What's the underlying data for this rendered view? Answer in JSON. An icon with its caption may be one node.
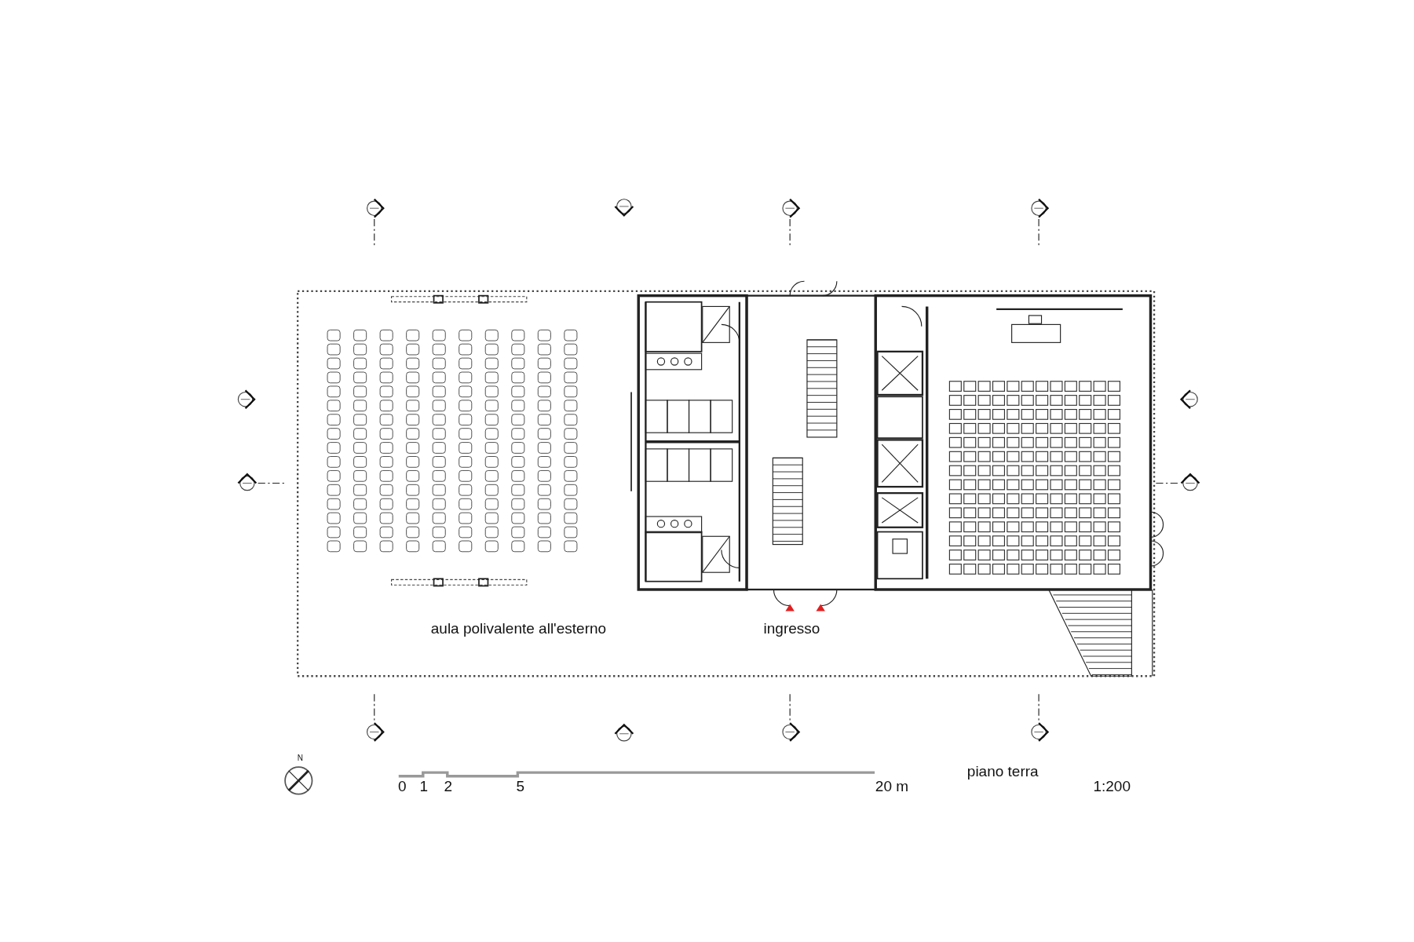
{
  "diagram": {
    "labels": [
      "aula polivalente all'esterno",
      "ingresso",
      "N",
      "piano terra",
      "0",
      "1",
      "2",
      "5",
      "20 m",
      "1:200"
    ]
  }
}
